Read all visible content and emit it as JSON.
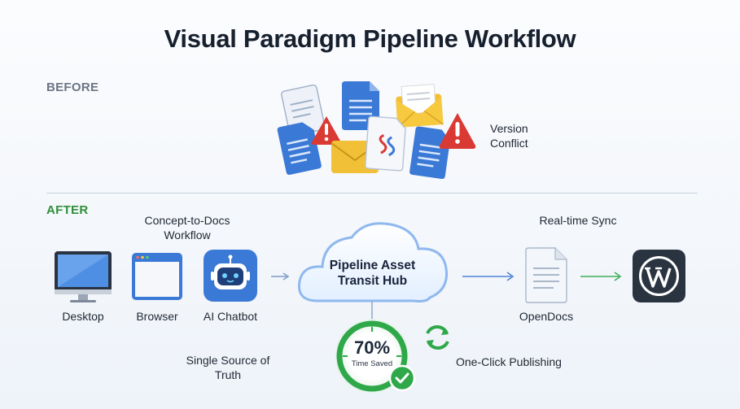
{
  "title": "Visual Paradigm Pipeline Workflow",
  "before": {
    "label": "BEFORE",
    "conflict_label": "Version Conflict",
    "icons": [
      "document-icon",
      "warning-icon",
      "envelope-icon",
      "code-document-icon"
    ]
  },
  "after": {
    "label": "AFTER",
    "concept_label": "Concept-to-Docs Workflow",
    "sync_label": "Real-time Sync",
    "nodes": {
      "desktop": "Desktop",
      "browser": "Browser",
      "chatbot": "AI Chatbot",
      "hub": "Pipeline Asset Transit Hub",
      "opendocs": "OpenDocs"
    },
    "gauge": {
      "value": "70%",
      "label": "Time Saved"
    },
    "single_source": "Single Source of Truth",
    "publishing": "One-Click Publishing"
  },
  "colors": {
    "before": "#6b7584",
    "after": "#2f8f3b",
    "accent_blue": "#3b79d6",
    "green": "#2fa84a",
    "warning": "#d93a33"
  }
}
